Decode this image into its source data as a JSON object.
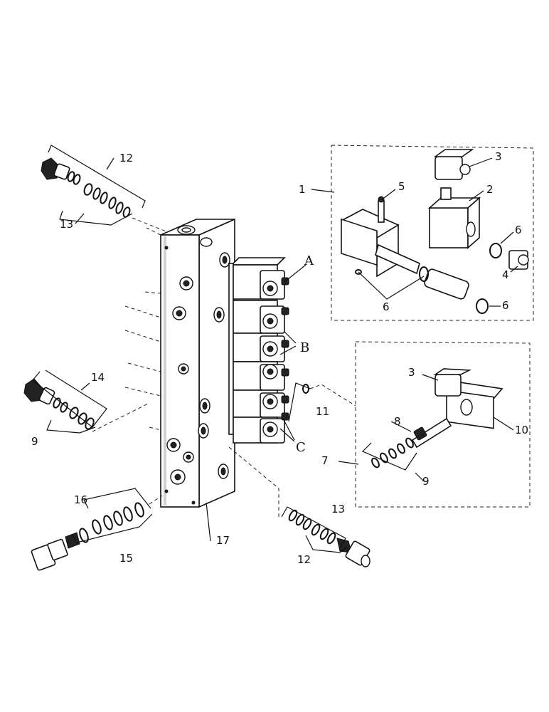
{
  "labels": {
    "n1": "1",
    "n2": "2",
    "n3a": "3",
    "n3b": "3",
    "n4": "4",
    "n5": "5",
    "n6a": "6",
    "n6b": "6",
    "n6c": "6",
    "n7": "7",
    "n8": "8",
    "n9a": "9",
    "n9b": "9",
    "n10": "10",
    "n11": "11",
    "n12a": "12",
    "n12b": "12",
    "n13a": "13",
    "n13b": "13",
    "n14": "14",
    "n15": "15",
    "n16": "16",
    "n17": "17",
    "lA": "A",
    "lB": "B",
    "lC": "C"
  },
  "colors": {
    "ink": "#111111",
    "paper": "#ffffff",
    "shade": "#777777"
  }
}
